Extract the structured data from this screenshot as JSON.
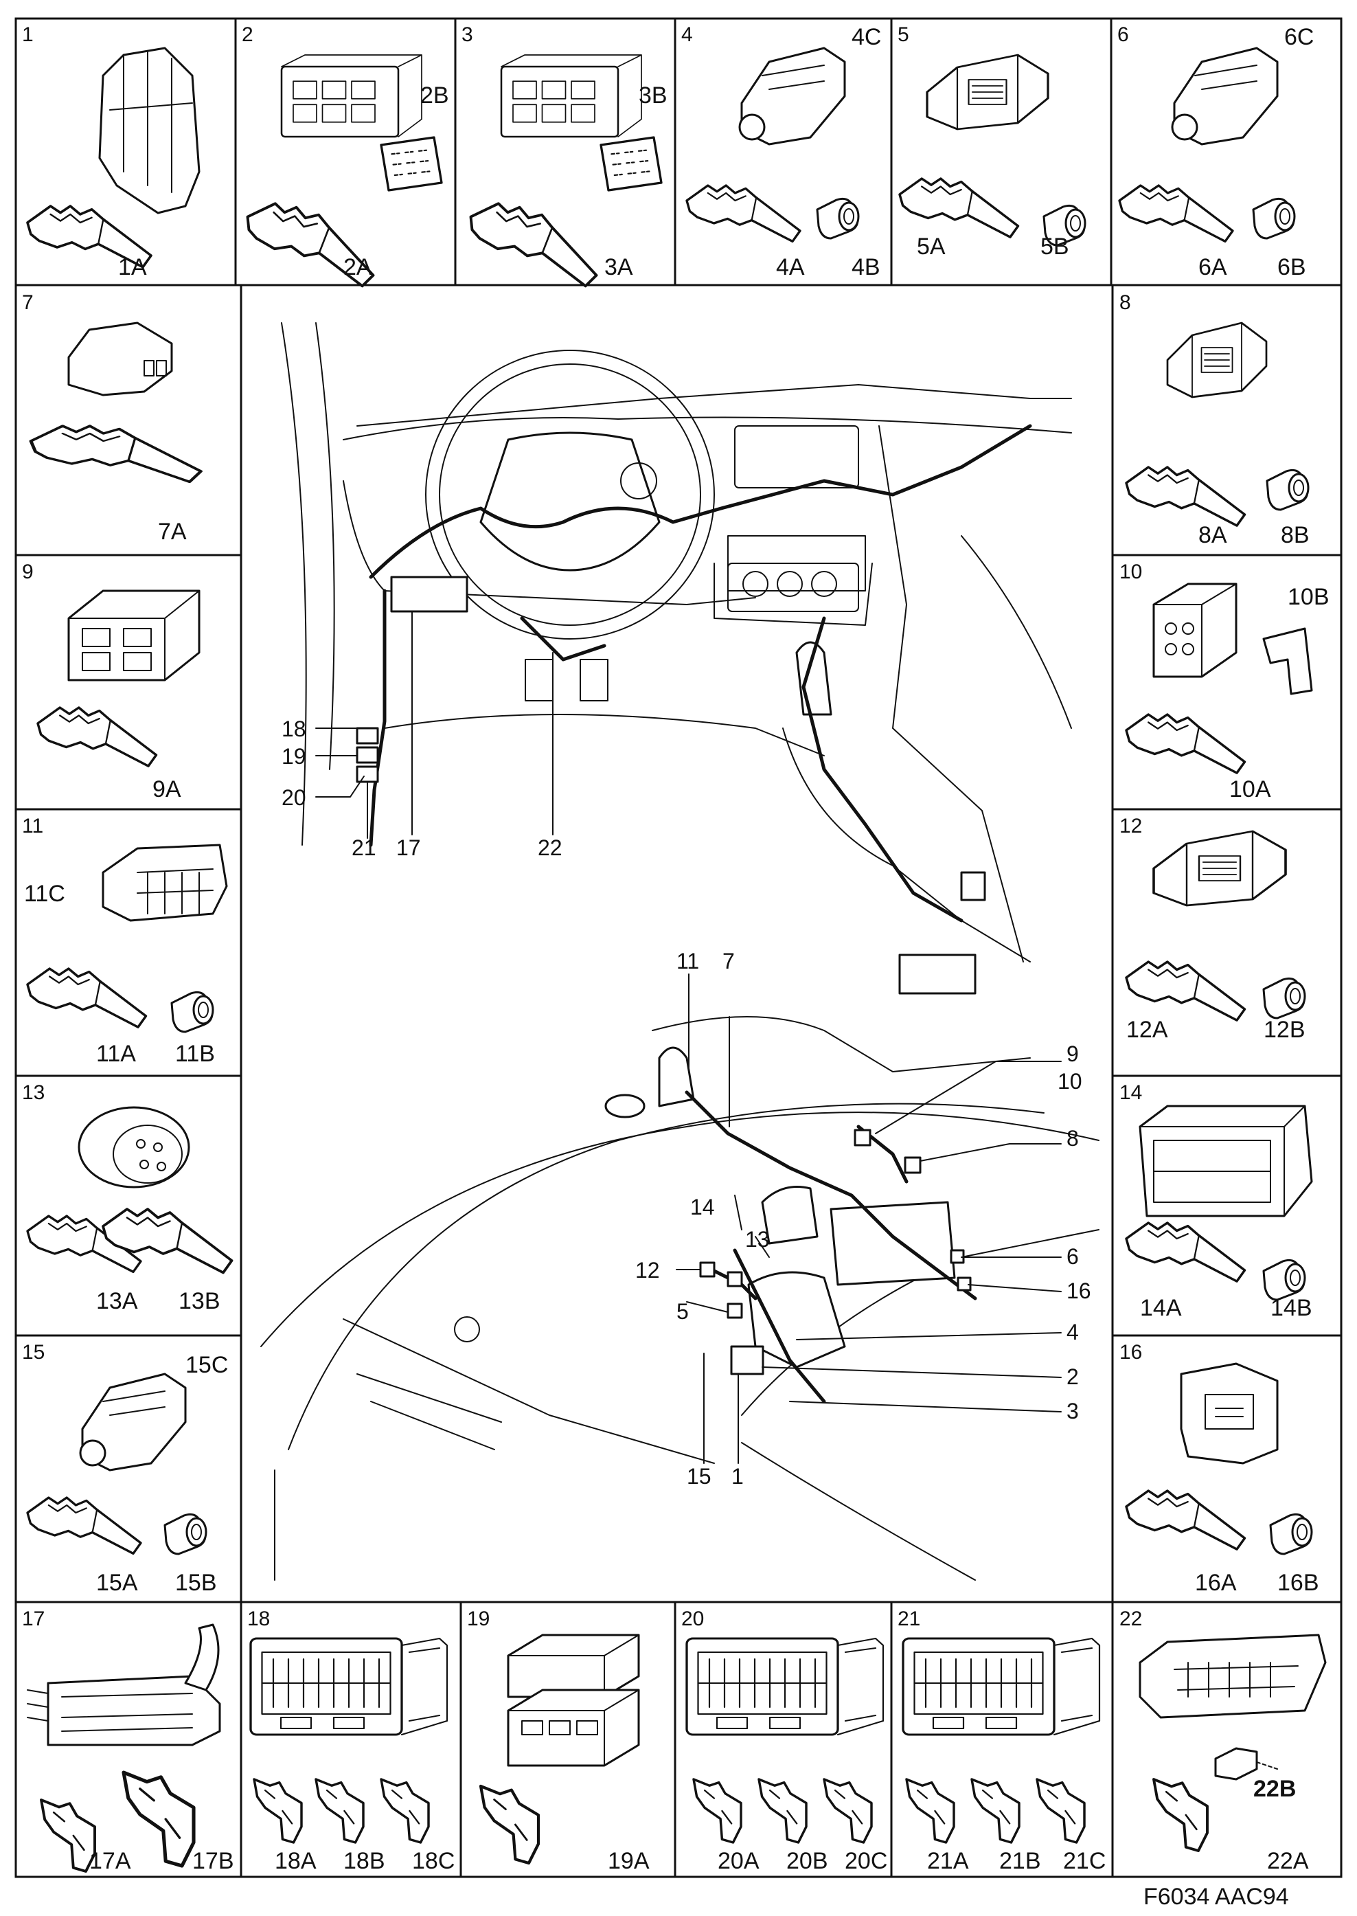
{
  "figure_code": "F6034 AAC94",
  "cells": [
    {
      "id": "1",
      "parts": [
        "1A"
      ]
    },
    {
      "id": "2",
      "parts": [
        "2A",
        "2B"
      ]
    },
    {
      "id": "3",
      "parts": [
        "3A",
        "3B"
      ]
    },
    {
      "id": "4",
      "parts": [
        "4A",
        "4B",
        "4C"
      ]
    },
    {
      "id": "5",
      "parts": [
        "5A",
        "5B"
      ]
    },
    {
      "id": "6",
      "parts": [
        "6A",
        "6B",
        "6C"
      ]
    },
    {
      "id": "7",
      "parts": [
        "7A"
      ]
    },
    {
      "id": "8",
      "parts": [
        "8A",
        "8B"
      ]
    },
    {
      "id": "9",
      "parts": [
        "9A"
      ]
    },
    {
      "id": "10",
      "parts": [
        "10A",
        "10B"
      ]
    },
    {
      "id": "11",
      "parts": [
        "11A",
        "11B",
        "11C"
      ]
    },
    {
      "id": "12",
      "parts": [
        "12A",
        "12B"
      ]
    },
    {
      "id": "13",
      "parts": [
        "13A",
        "13B"
      ]
    },
    {
      "id": "14",
      "parts": [
        "14A",
        "14B"
      ]
    },
    {
      "id": "15",
      "parts": [
        "15A",
        "15B",
        "15C"
      ]
    },
    {
      "id": "16",
      "parts": [
        "16A",
        "16B"
      ]
    },
    {
      "id": "17",
      "parts": [
        "17A",
        "17B"
      ]
    },
    {
      "id": "18",
      "parts": [
        "18A",
        "18B",
        "18C"
      ]
    },
    {
      "id": "19",
      "parts": [
        "19A"
      ]
    },
    {
      "id": "20",
      "parts": [
        "20A",
        "20B",
        "20C"
      ]
    },
    {
      "id": "21",
      "parts": [
        "21A",
        "21B",
        "21C"
      ]
    },
    {
      "id": "22",
      "parts": [
        "22A",
        "22B"
      ]
    }
  ],
  "interior_callouts": [
    "18",
    "19",
    "20",
    "21",
    "17",
    "22"
  ],
  "engine_callouts": [
    "11",
    "7",
    "9",
    "10",
    "8",
    "14",
    "13",
    "12",
    "5",
    "6",
    "16",
    "4",
    "2",
    "3",
    "15",
    "1"
  ]
}
